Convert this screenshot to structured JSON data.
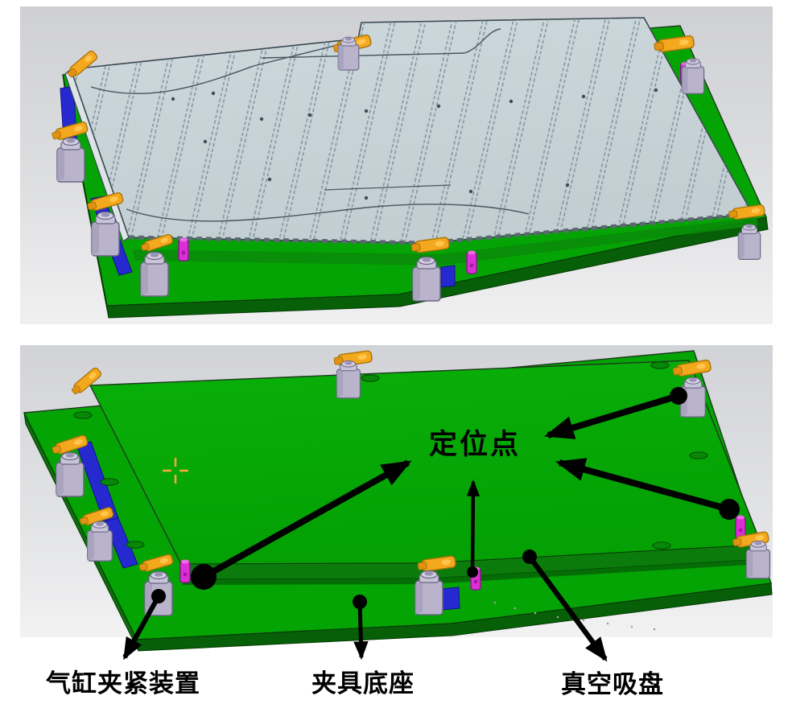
{
  "annotations": {
    "positioning_point": "定位点",
    "cylinder_clamp": "气缸夹紧装置",
    "fixture_base": "夹具底座",
    "vacuum_cup": "真空吸盘"
  },
  "colors": {
    "plate_green": "#05a405",
    "plate_front_green": "#0b7c0b",
    "base_front_green": "#075f08",
    "workpiece_gray": "#c9d4d8",
    "stringer_line_gray": "#7e939c",
    "clamp_orange": "#f4a81d",
    "locating_pin_magenta": "#db2fd6",
    "cylinder_lavender": "#b9b4cb",
    "riser_blue": "#2629cf",
    "annotation_black": "#000000",
    "canvas_top": "#d0d1d5",
    "canvas_bottom": "#f0f0f1"
  }
}
